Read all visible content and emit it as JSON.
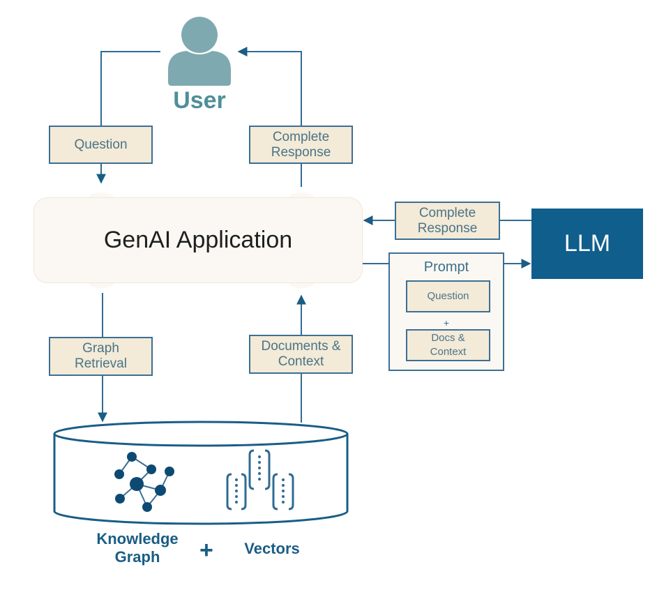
{
  "colors": {
    "accent": "#0f5e8c",
    "line": "#2f6b94",
    "label_fill": "#f3ead7",
    "app_fill": "#fbf8f3",
    "user_icon": "#7fa9b0",
    "user_text": "#4f8f98"
  },
  "user": {
    "label": "User",
    "icon": "user-icon"
  },
  "flow_labels": {
    "question": "Question",
    "complete_response_top": "Complete\nResponse",
    "complete_response_llm": "Complete\nResponse",
    "graph_retrieval": "Graph\nRetrieval",
    "documents_context": "Documents &\nContext"
  },
  "app": {
    "label": "GenAI Application"
  },
  "llm": {
    "label": "LLM"
  },
  "prompt": {
    "title": "Prompt",
    "parts": [
      "Question",
      "Docs &\nContext"
    ],
    "joiner": "+"
  },
  "database": {
    "icon": "database-cylinder-icon",
    "components": [
      {
        "label": "Knowledge\nGraph",
        "icon": "knowledge-graph-icon"
      },
      {
        "label": "Vectors",
        "icon": "vectors-icon"
      }
    ],
    "joiner": "+"
  }
}
